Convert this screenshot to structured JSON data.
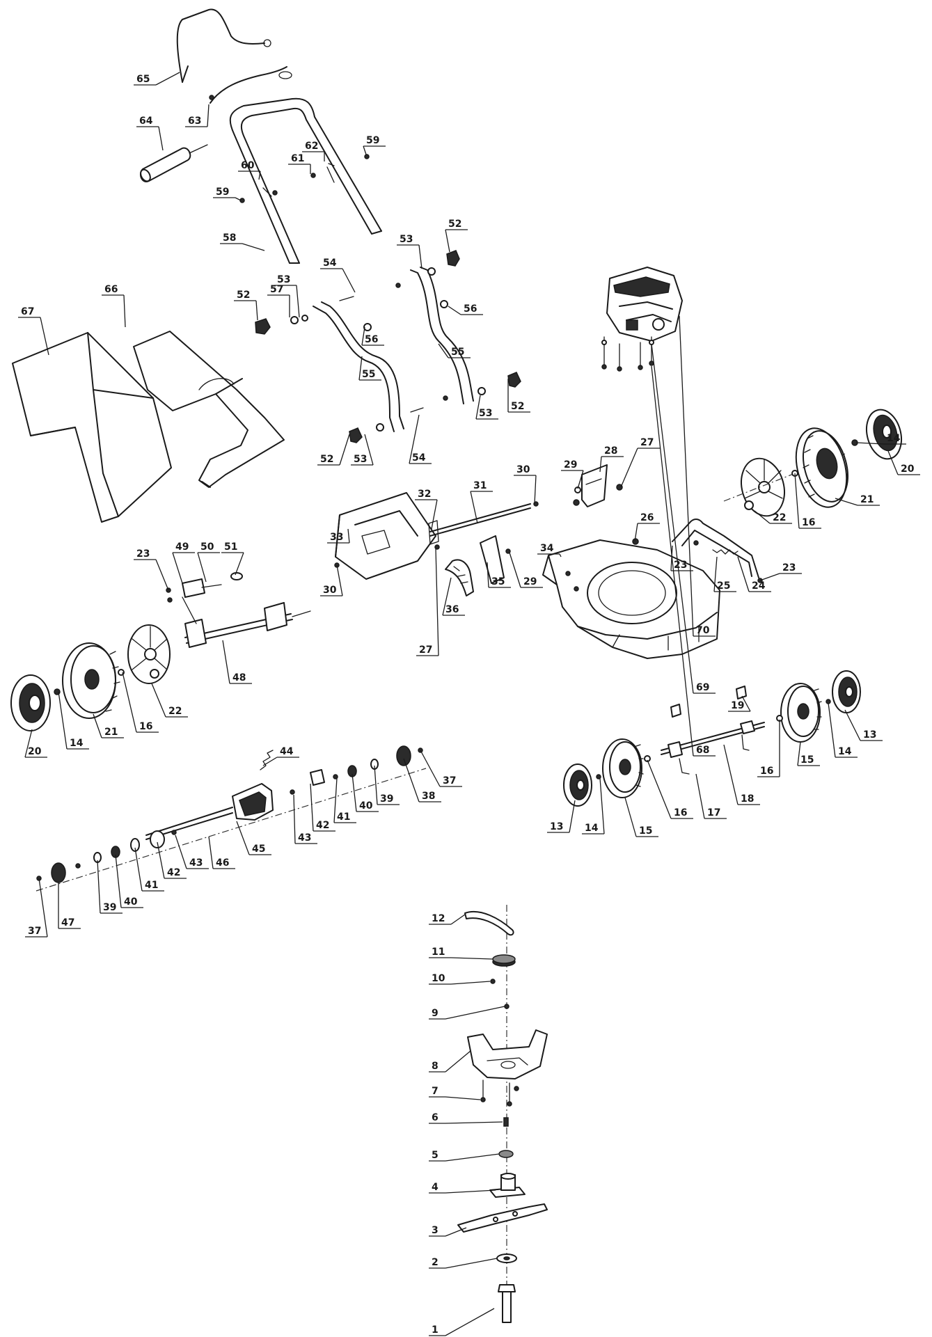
{
  "labels": [
    "1",
    "2",
    "3",
    "4",
    "5",
    "6",
    "7",
    "8",
    "9",
    "10",
    "11",
    "12",
    "13",
    "13",
    "14",
    "14",
    "14",
    "14",
    "15",
    "15",
    "16",
    "16",
    "16",
    "16",
    "17",
    "18",
    "19",
    "20",
    "20",
    "21",
    "21",
    "22",
    "22",
    "23",
    "23",
    "23",
    "24",
    "25",
    "26",
    "27",
    "27",
    "28",
    "29",
    "29",
    "30",
    "30",
    "31",
    "32",
    "33",
    "34",
    "35",
    "36",
    "37",
    "37",
    "38",
    "39",
    "39",
    "40",
    "40",
    "41",
    "41",
    "42",
    "42",
    "43",
    "43",
    "44",
    "45",
    "46",
    "47",
    "48",
    "49",
    "50",
    "51",
    "52",
    "52",
    "52",
    "52",
    "53",
    "53",
    "53",
    "53",
    "54",
    "54",
    "55",
    "55",
    "56",
    "56",
    "57",
    "58",
    "59",
    "59",
    "60",
    "61",
    "62",
    "63",
    "64",
    "65",
    "66",
    "67",
    "68",
    "69",
    "70"
  ],
  "colors": {
    "line": "#1a1a1a",
    "background": "#ffffff"
  }
}
